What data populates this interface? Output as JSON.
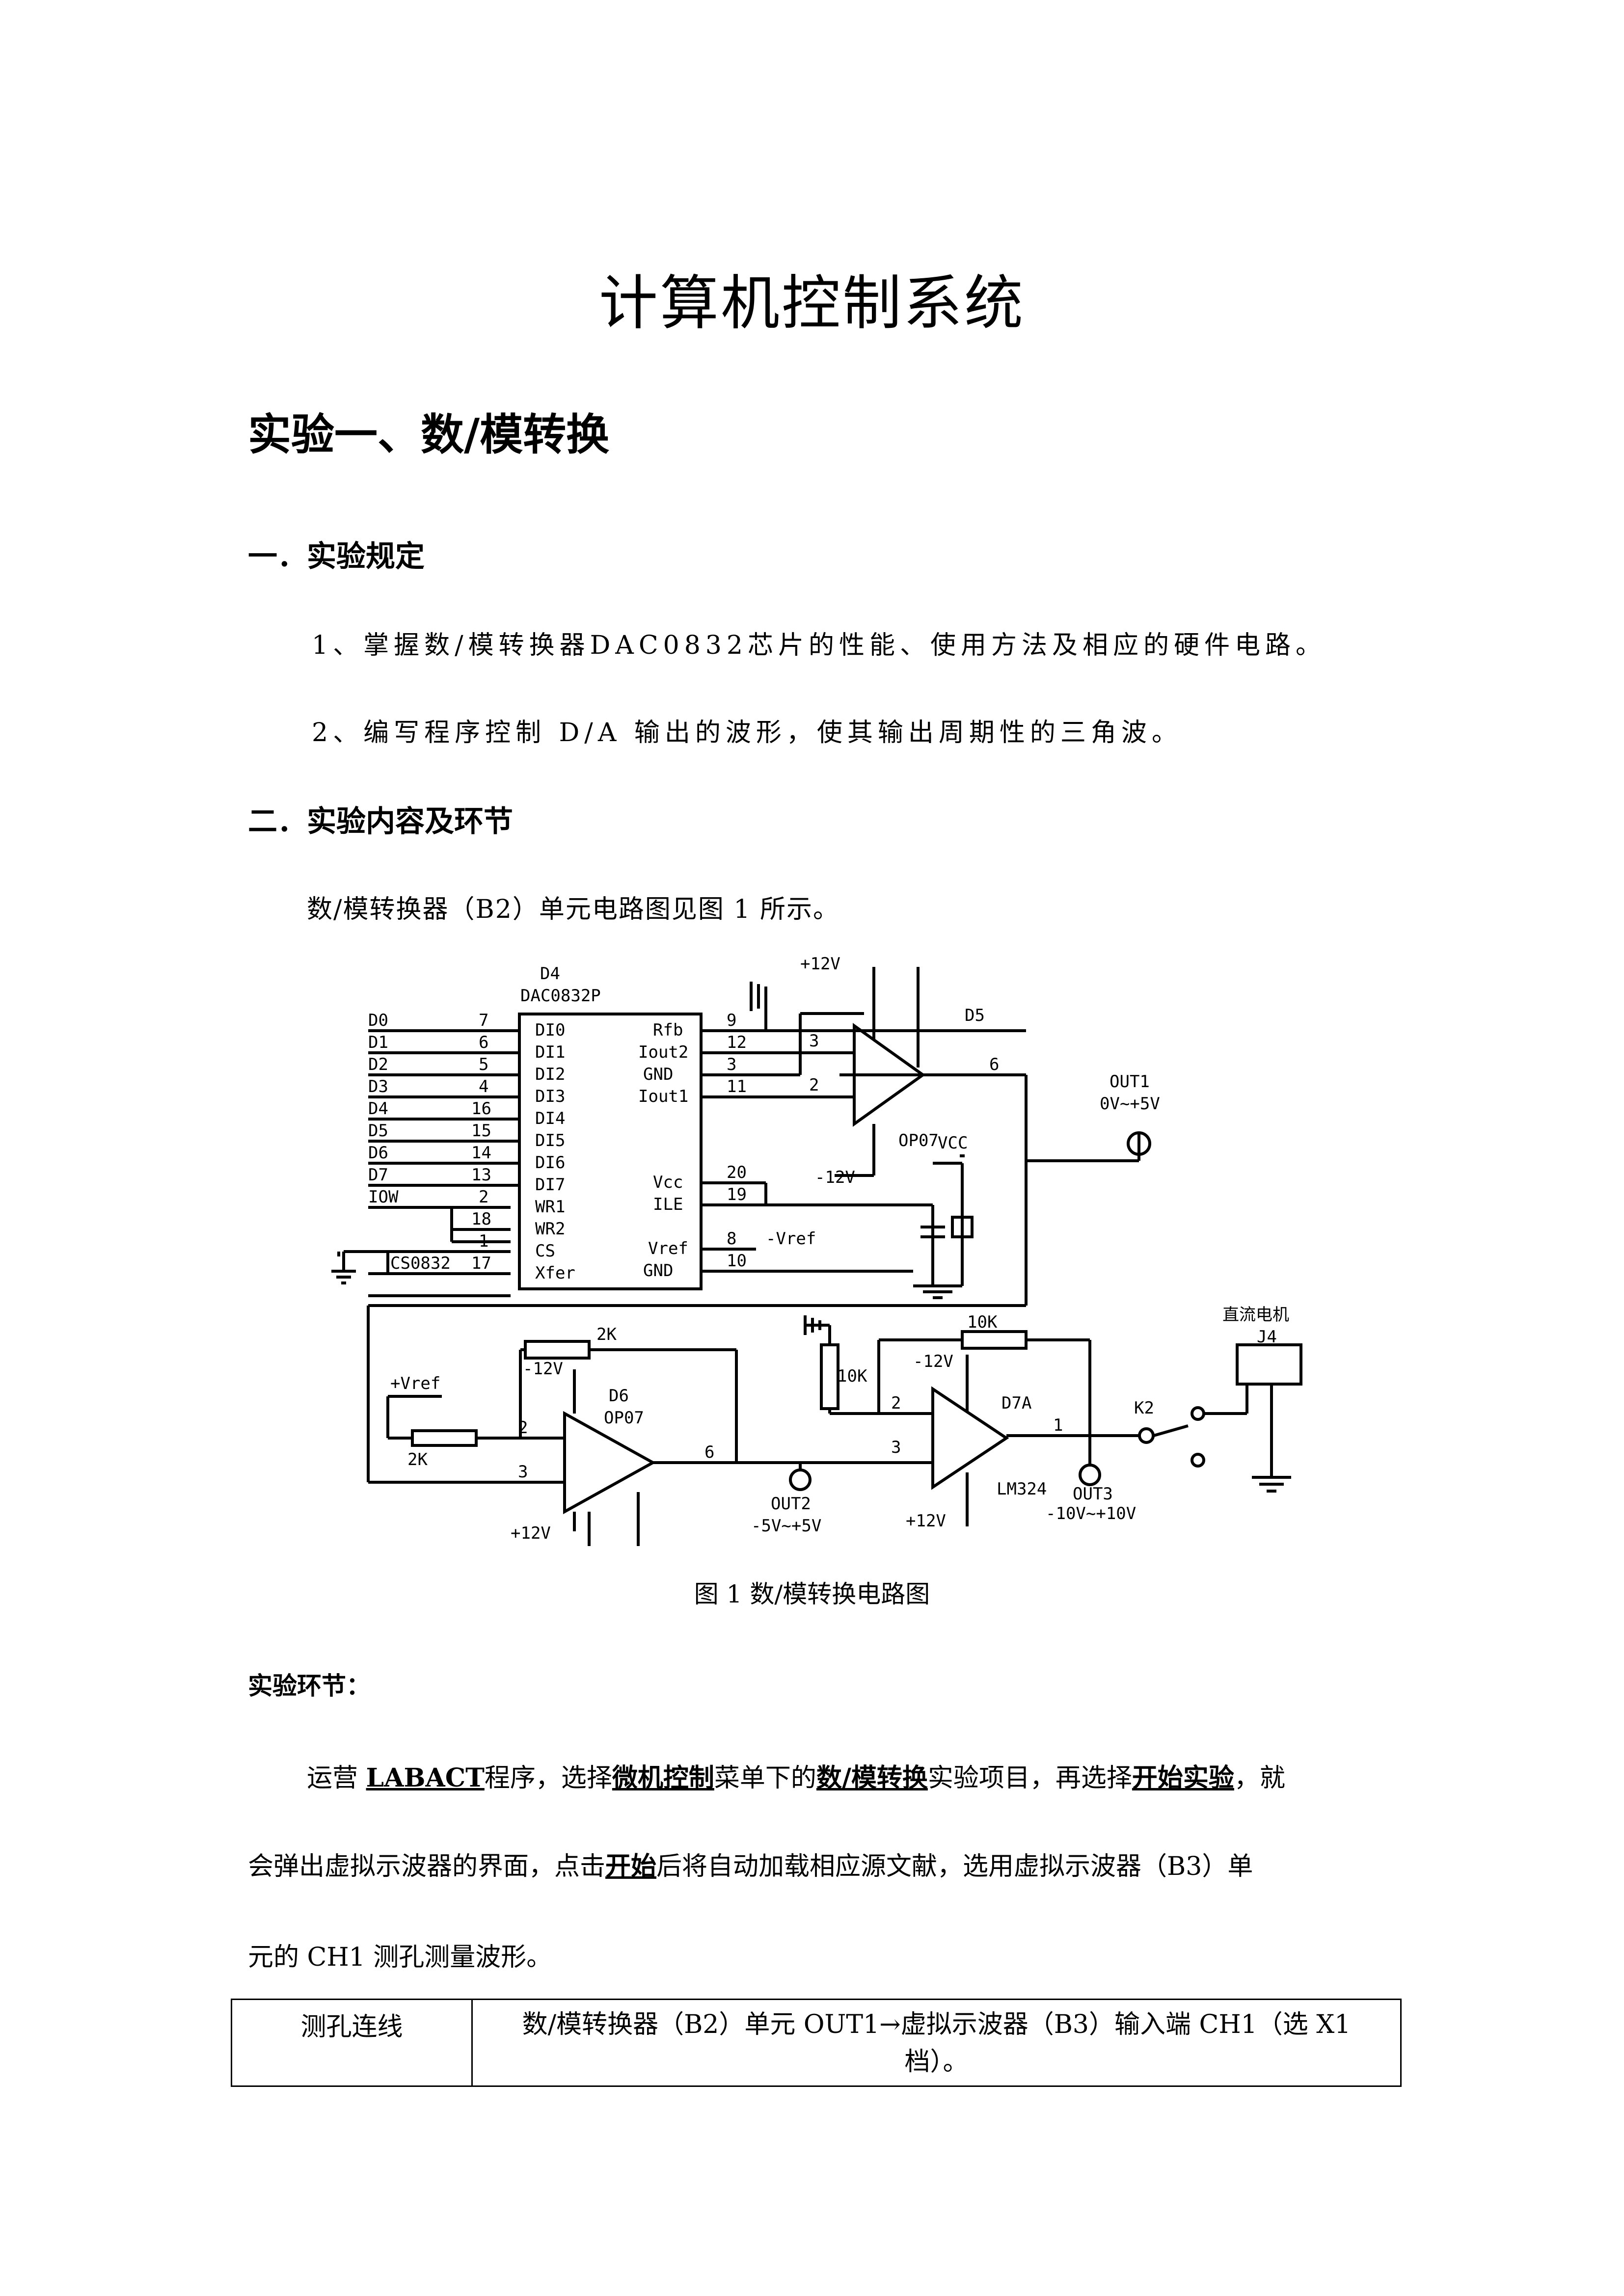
{
  "title": "计算机控制系统",
  "experiment_title": "实验一、数/模转换",
  "section1": {
    "heading": "一．实验规定",
    "items": [
      "1、掌握数/模转换器DAC0832芯片的性能、使用方法及相应的硬件电路。",
      "2、编写程序控制 D/A 输出的波形，使其输出周期性的三角波。"
    ]
  },
  "section2": {
    "heading": "二．实验内容及环节",
    "intro": "数/模转换器（B2）单元电路图见图 1 所示。"
  },
  "figure": {
    "caption": "图 1  数/模转换电路图",
    "labels": {
      "d4": "D4",
      "dac": "DAC0832P",
      "pins_left": [
        "DI0",
        "DI1",
        "DI2",
        "DI3",
        "DI4",
        "DI5",
        "DI6",
        "DI7",
        "WR1",
        "WR2",
        "CS",
        "Xfer"
      ],
      "pins_right": [
        "Rfb",
        "Iout2",
        "GND",
        "Iout1",
        "Vcc",
        "ILE",
        "Vref",
        "GND"
      ],
      "inputs": [
        "D0",
        "D1",
        "D2",
        "D3",
        "D4",
        "D5",
        "D6",
        "D7",
        "IOW"
      ],
      "nums_left": [
        "7",
        "6",
        "5",
        "4",
        "16",
        "15",
        "14",
        "13",
        "2",
        "18",
        "1",
        "17"
      ],
      "nums_right": [
        "9",
        "12",
        "3",
        "11",
        "20",
        "19",
        "8",
        "10"
      ],
      "cs": "CS0832",
      "p12": "+12V",
      "m12": "-12V",
      "d5": "D5",
      "op07": "OP07",
      "out1": "OUT1",
      "out1_range": "0V~+5V",
      "vcc": "VCC",
      "mvref": "-Vref",
      "pvref": "+Vref",
      "r2k": "2K",
      "d6": "D6",
      "out2": "OUT2",
      "out2_range": "-5V~+5V",
      "r10k": "10K",
      "d7a": "D7A",
      "lm324": "LM324",
      "out3": "OUT3",
      "out3_range": "-10V~+10V",
      "k2": "K2",
      "motor": "直流电机",
      "j4": "J4",
      "n1": "1",
      "n2": "2",
      "n3": "3",
      "n4": "4",
      "n6": "6",
      "n7": "7",
      "n8": "8",
      "n11": "11"
    }
  },
  "steps": {
    "heading": "实验环节：",
    "p_run": "运营",
    "labact": "LABACT",
    "p_program": "程序，选择",
    "micro": "微机控制",
    "p_menu": "菜单下的",
    "da": "数/模转换",
    "p_item": "实验项目，再选择",
    "start_exp": "开始实验",
    "p_then": "，就",
    "p_line2a": "会弹出虚拟示波器的界面，点击",
    "start": "开始",
    "p_line2b": "后将自动加载相应源文献，选用虚拟示波器（B3）单",
    "p_line3": "元的 CH1 测孔测量波形。"
  },
  "table": {
    "label": "测孔连线",
    "value": "数/模转换器（B2）单元 OUT1→虚拟示波器（B3）输入端 CH1（选 X1 档）。"
  }
}
